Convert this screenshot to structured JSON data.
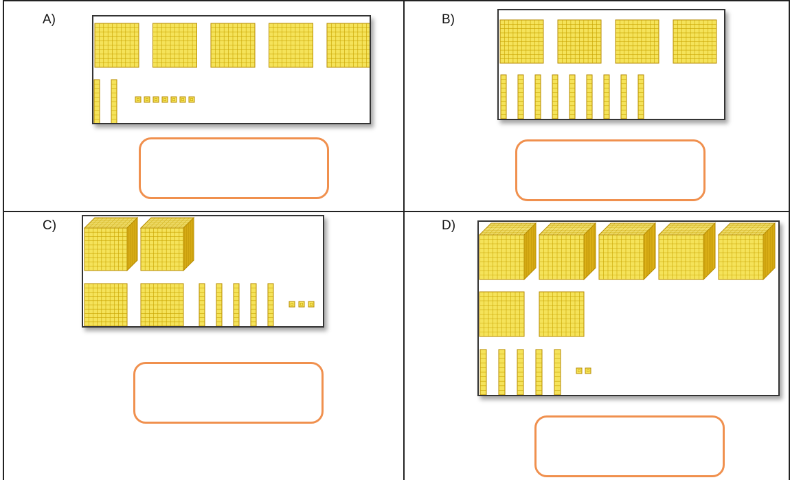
{
  "colors": {
    "block_fill": "#f5e35a",
    "block_grid": "#c9a400",
    "block_shade": "#e0b41a",
    "block_dark": "#b58a00",
    "answer_box_border": "#f0904e"
  },
  "icons": {
    "thousand": "thousand-cube-icon",
    "hundred": "hundred-flat-icon",
    "ten": "ten-rod-icon",
    "one": "one-unit-icon"
  },
  "problems": [
    {
      "id": "A",
      "label": "A)",
      "thousands": 0,
      "hundreds": 5,
      "tens": 2,
      "ones": 7
    },
    {
      "id": "B",
      "label": "B)",
      "thousands": 0,
      "hundreds": 4,
      "tens": 9,
      "ones": 0
    },
    {
      "id": "C",
      "label": "C)",
      "thousands": 2,
      "hundreds": 2,
      "tens": 5,
      "ones": 3
    },
    {
      "id": "D",
      "label": "D)",
      "thousands": 5,
      "hundreds": 2,
      "tens": 5,
      "ones": 2
    }
  ]
}
